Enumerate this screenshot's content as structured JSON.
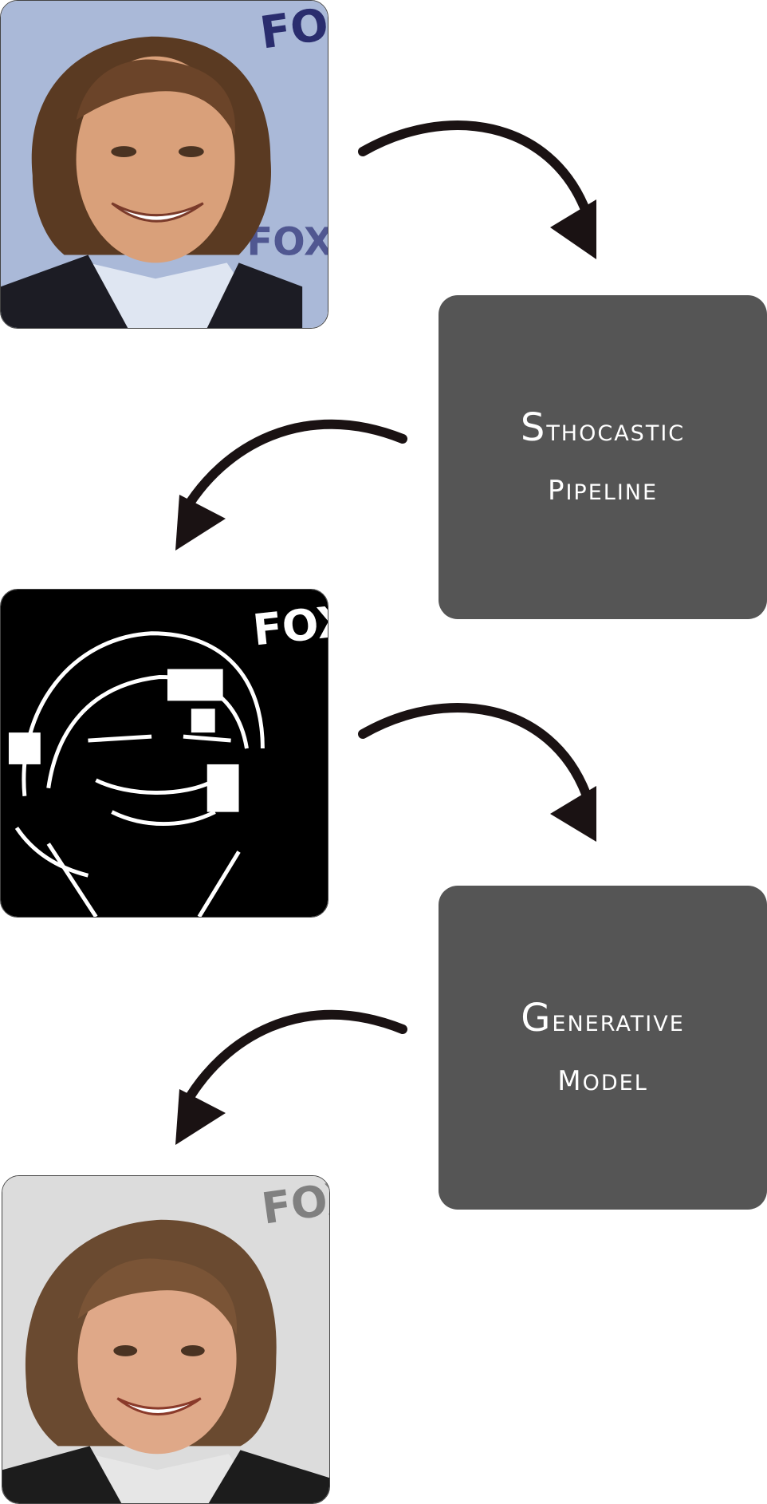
{
  "steps": {
    "box1": {
      "line1": "Sthocastic",
      "line2": "pipeline"
    },
    "box2": {
      "line1": "Generative",
      "line2": "model"
    }
  },
  "images": {
    "input": {
      "logo_text": "FOX"
    },
    "edges": {
      "logo_text": "FOX"
    },
    "output": {
      "logo_text": "FOX"
    }
  },
  "colors": {
    "box": "#555555",
    "arrow": "#1a1213",
    "input_bg": "#a9b8d6",
    "output_bg": "#d9d9d9"
  }
}
